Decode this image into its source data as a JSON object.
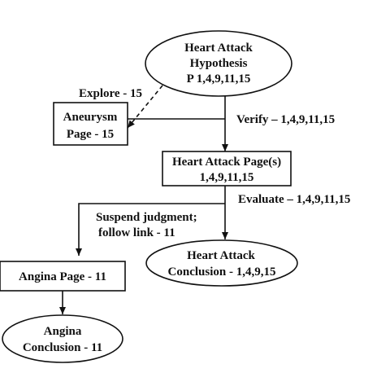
{
  "nodes": {
    "heart_attack_hypothesis": [
      "Heart Attack",
      "Hypothesis",
      "P 1,4,9,11,15"
    ],
    "aneurysm_page": [
      "Aneurysm",
      "Page - 15"
    ],
    "heart_attack_pages": [
      "Heart Attack Page(s)",
      "1,4,9,11,15"
    ],
    "heart_attack_conclusion": [
      "Heart Attack",
      "Conclusion - 1,4,9,15"
    ],
    "angina_page": [
      "Angina Page - 11"
    ],
    "angina_conclusion": [
      "Angina",
      "Conclusion - 11"
    ]
  },
  "edges": {
    "explore": "Explore - 15",
    "verify": "Verify – 1,4,9,11,15",
    "evaluate": "Evaluate – 1,4,9,11,15",
    "suspend": [
      "Suspend judgment;",
      "follow link - 11"
    ]
  }
}
